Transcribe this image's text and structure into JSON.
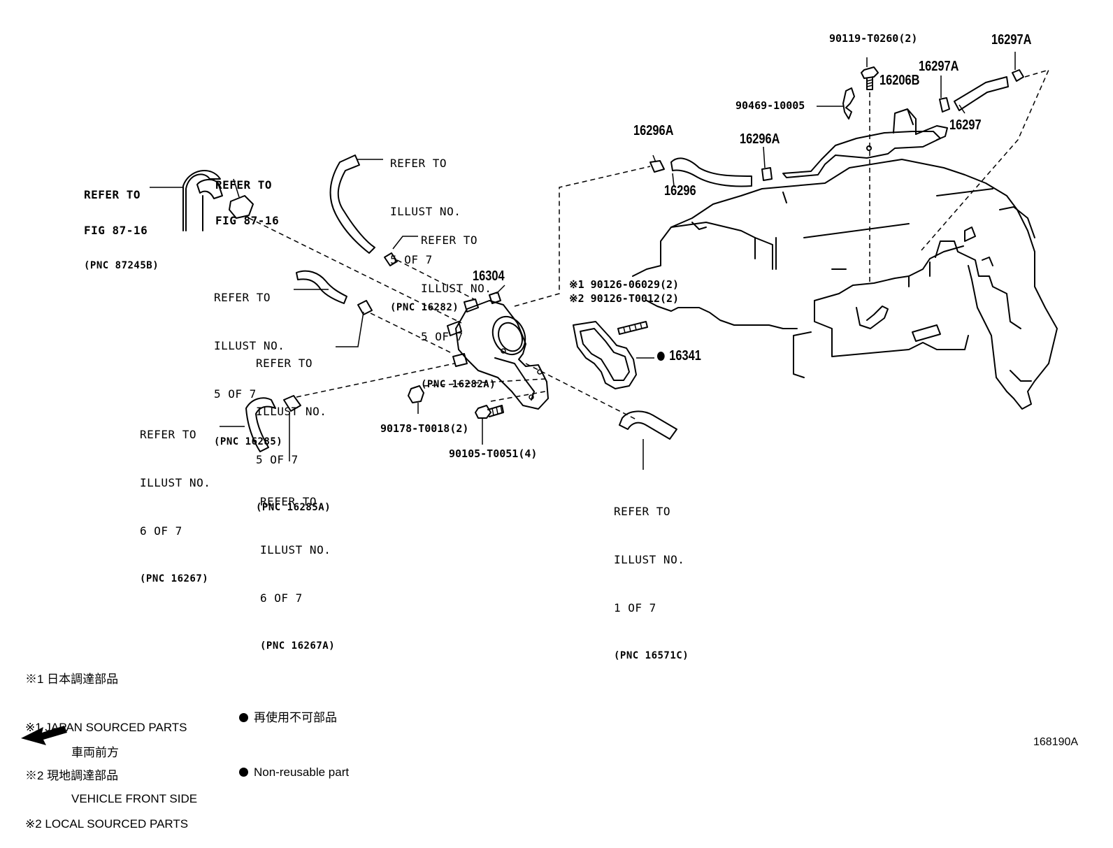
{
  "refs": {
    "fig_87245b": {
      "l1": "REFER TO",
      "l2": "FIG 87-16",
      "pnc": "(PNC 87245B)"
    },
    "fig_clamp": {
      "l1": "REFER TO",
      "l2": "FIG 87-16"
    },
    "r16282": {
      "l1": "REFER TO",
      "l2": "ILLUST NO.",
      "l3": "5 OF 7",
      "pnc": "(PNC 16282)"
    },
    "r16282a": {
      "l1": "REFER TO",
      "l2": "ILLUST NO.",
      "l3": "5 OF 7",
      "pnc": "(PNC 16282A)"
    },
    "r16285": {
      "l1": "REFER TO",
      "l2": "ILLUST NO.",
      "l3": "5 OF 7",
      "pnc": "(PNC 16285)"
    },
    "r16285a": {
      "l1": "REFER TO",
      "l2": "ILLUST NO.",
      "l3": "5 OF 7",
      "pnc": "(PNC 16285A)"
    },
    "r16267": {
      "l1": "REFER TO",
      "l2": "ILLUST NO.",
      "l3": "6 OF 7",
      "pnc": "(PNC 16267)"
    },
    "r16267a": {
      "l1": "REFER TO",
      "l2": "ILLUST NO.",
      "l3": "6 OF 7",
      "pnc": "(PNC 16267A)"
    },
    "r16571c": {
      "l1": "REFER TO",
      "l2": "ILLUST NO.",
      "l3": "1 OF 7",
      "pnc": "(PNC 16571C)"
    }
  },
  "parts": {
    "p16304": "16304",
    "p16341": "16341",
    "p16296": "16296",
    "p16296a_1": "16296A",
    "p16296a_2": "16296A",
    "p16206b": "16206B",
    "p16297": "16297",
    "p16297a_1": "16297A",
    "p16297a_2": "16297A",
    "p90119": "90119-T0260(2)",
    "p90469": "90469-10005",
    "p90178": "90178-T0018(2)",
    "p90105": "90105-T0051(4)",
    "p90126_1": "※1 90126-06029(2)",
    "p90126_2": "※2 90126-T0012(2)"
  },
  "legend": {
    "l1_jp": "※1 日本調達部品",
    "l1_en": "※1 JAPAN SOURCED PARTS",
    "l2_jp": "※2 現地調達部品",
    "l2_en": "※2 LOCAL SOURCED PARTS",
    "nr_jp": "再使用不可部品",
    "nr_en": "Non-reusable part",
    "front_jp": "車両前方",
    "front_en": "VEHICLE FRONT SIDE"
  },
  "figure_id": "168190A"
}
